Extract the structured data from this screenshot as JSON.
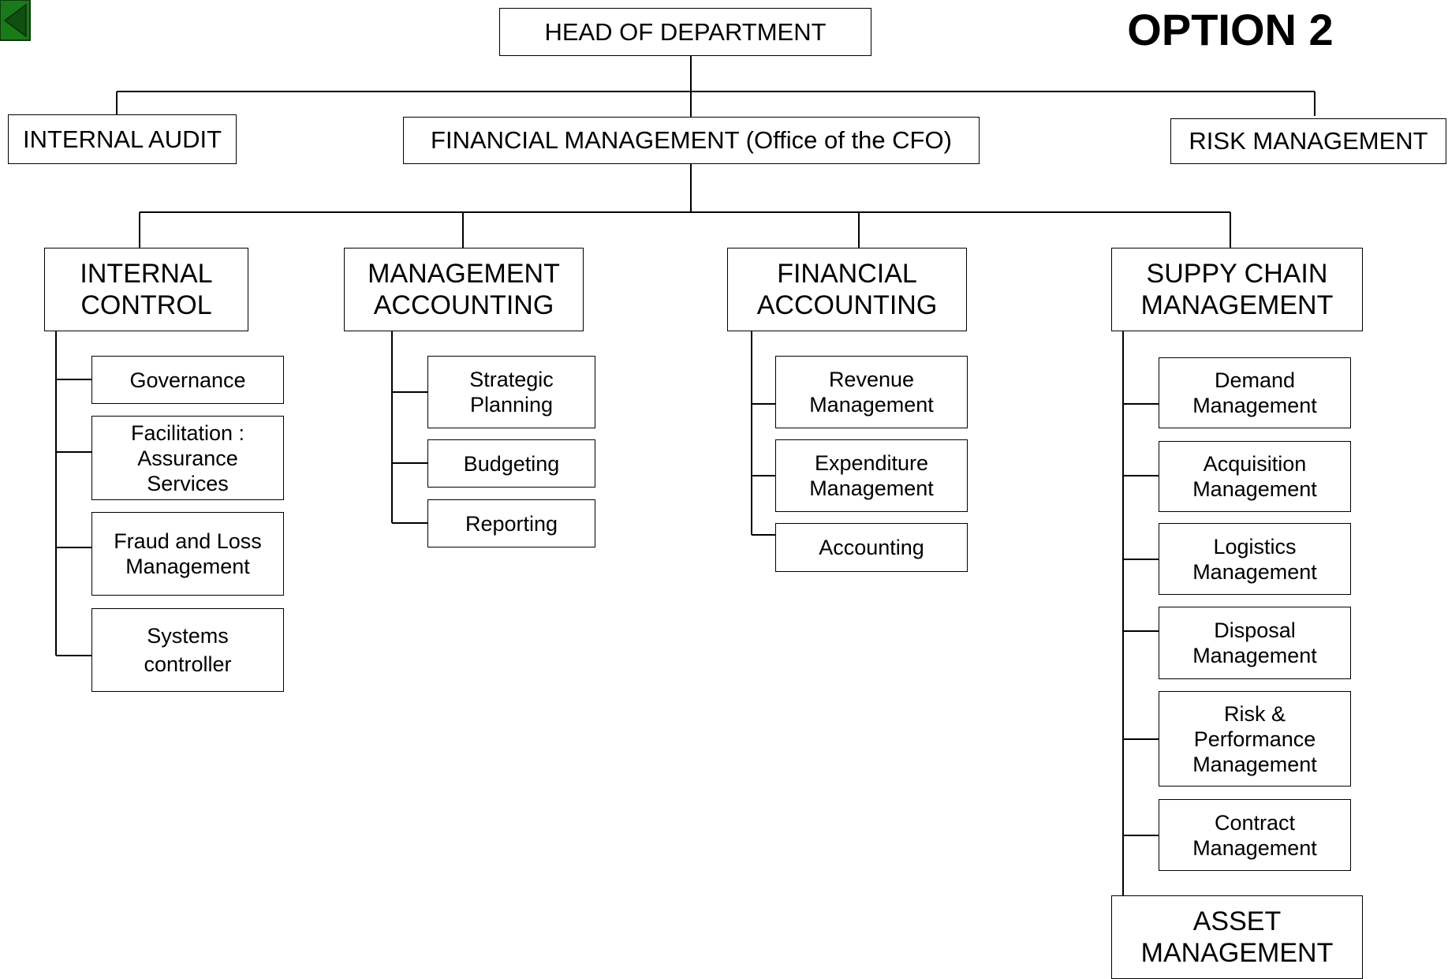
{
  "option_label": "OPTION 2",
  "nav": {
    "icon": "back-arrow-icon",
    "color": "#1a7a1a"
  },
  "top": {
    "head": "HEAD OF DEPARTMENT",
    "internal_audit": "INTERNAL AUDIT",
    "financial_management": "FINANCIAL MANAGEMENT (Office of the CFO)",
    "risk_management": "RISK MANAGEMENT"
  },
  "divisions": [
    {
      "title": "INTERNAL\n    CONTROL",
      "items": [
        "Governance",
        "Facilitation :\n    Assurance\n    Services",
        "Fraud and Loss\n    Management",
        "Systems\ncontroller"
      ]
    },
    {
      "title": "MANAGEMENT\n    ACCOUNTING",
      "items": [
        "Strategic\n    Planning",
        "Budgeting",
        "Reporting"
      ]
    },
    {
      "title": "FINANCIAL\n    ACCOUNTING",
      "items": [
        "Revenue\n    Management",
        "Expenditure\n    Management",
        "Accounting"
      ]
    },
    {
      "title": "SUPPY CHAIN\n    MANAGEMENT",
      "items": [
        "Demand\n    Management",
        "Acquisition\n    Management",
        "Logistics\n    Management",
        "Disposal\n    Management",
        "Risk &\n    Performance\n    Management",
        "Contract\n    Management"
      ],
      "footer": "ASSET\n    MANAGEMENT"
    }
  ]
}
